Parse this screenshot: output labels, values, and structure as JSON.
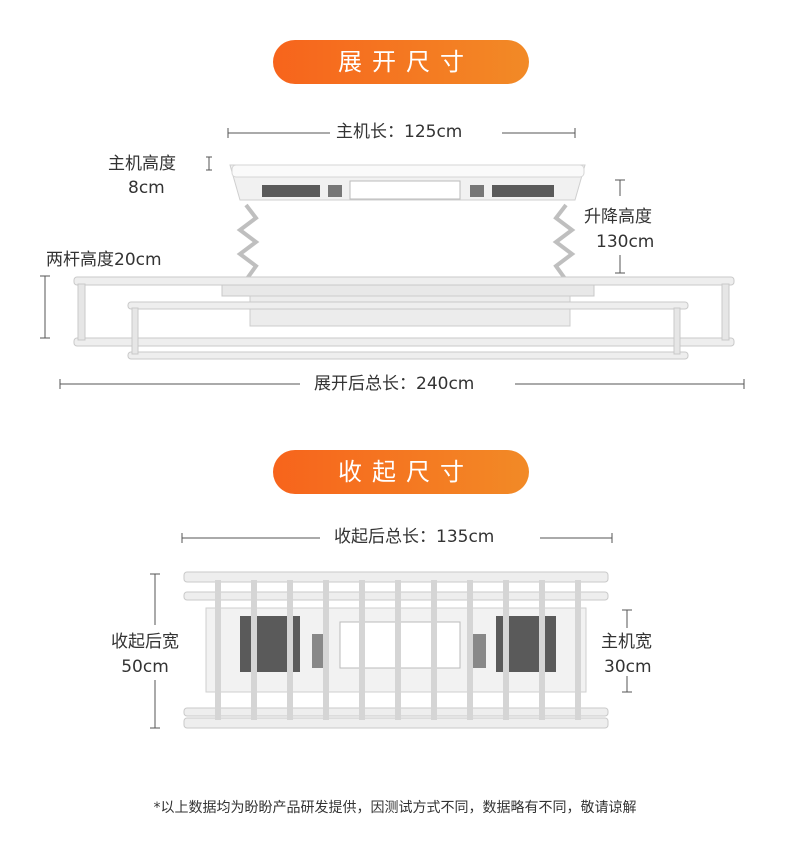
{
  "sections": {
    "expanded_title": "展开尺寸",
    "folded_title": "收起尺寸"
  },
  "expanded": {
    "host_length": "主机长：125cm",
    "host_height_label": "主机高度",
    "host_height_value": "8cm",
    "lift_height_label": "升降高度",
    "lift_height_value": "130cm",
    "bars_height": "两杆高度20cm",
    "total_length": "展开后总长：240cm"
  },
  "folded": {
    "total_length": "收起后总长：135cm",
    "width_label": "收起后宽",
    "width_value": "50cm",
    "host_width_label": "主机宽",
    "host_width_value": "30cm"
  },
  "footnote": "*以上数据均为盼盼产品研发提供，因测试方式不同，数据略有不同，敬请谅解",
  "colors": {
    "accent": "#f7641c",
    "accent_end": "#f28a26",
    "text": "#333333",
    "line": "#555555"
  }
}
